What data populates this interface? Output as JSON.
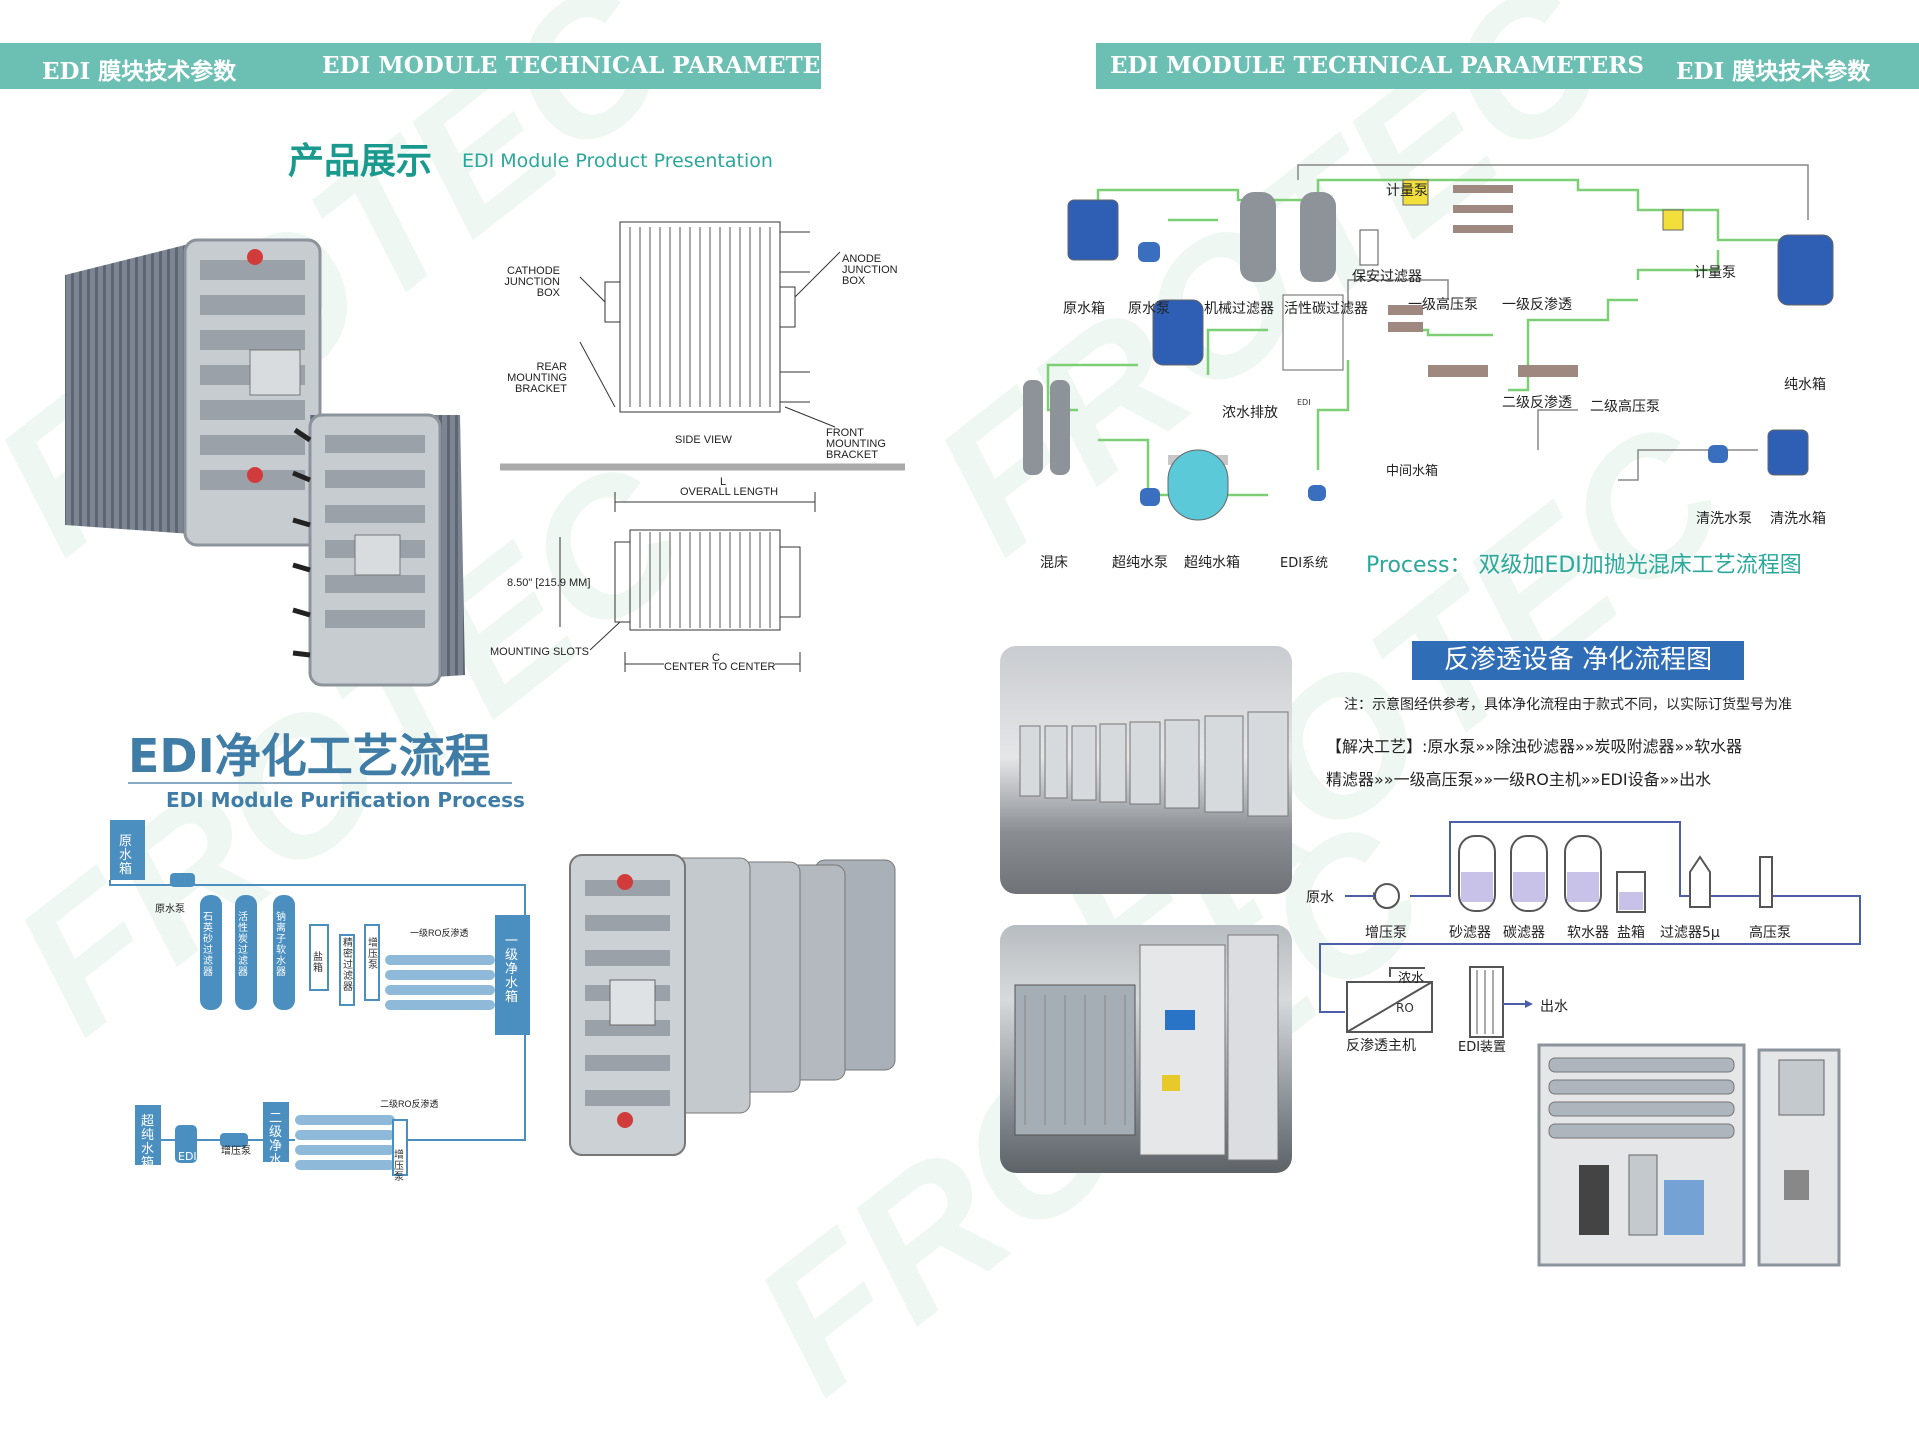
{
  "left_header": {
    "cn": "EDI 膜块技术参数",
    "en": "EDI MODULE TECHNICAL PARAMETERS"
  },
  "right_header": {
    "en": "EDI MODULE TECHNICAL PARAMETERS",
    "cn": "EDI 膜块技术参数"
  },
  "watermark": "FROTEC",
  "product": {
    "title_cn": "产品展示",
    "title_en": "EDI Module Product Presentation",
    "drawing": {
      "cathode": "CATHODE JUNCTION BOX",
      "anode": "ANODE JUNCTION BOX",
      "rear": "REAR MOUNTING BRACKET",
      "front": "FRONT MOUNTING BRACKET",
      "side_view": "SIDE VIEW",
      "l": "L",
      "overall": "OVERALL LENGTH",
      "height": "8.50\" [215.9 MM]",
      "slots": "MOUNTING SLOTS",
      "c": "C",
      "center": "CENTER TO CENTER"
    }
  },
  "purification": {
    "title_cn": "EDI净化工艺流程",
    "title_en": "EDI Module Purification Process",
    "labels": {
      "raw_tank": "原水箱",
      "raw_pump": "原水泵",
      "quartz": "石英砂过滤器",
      "carbon": "活性炭过滤器",
      "softener": "钠离子软水器",
      "salt": "盐箱",
      "precision": "精密过滤器",
      "boost": "增压泵",
      "ro1": "一级RO反渗透",
      "pure1": "一级净水箱",
      "ultra": "超纯水箱",
      "edi": "EDI",
      "boost2": "增压泵",
      "pure2": "二级净水箱",
      "ro2": "二级RO反渗透",
      "boost3": "增压泵"
    }
  },
  "process_diagram": {
    "caption": "Process： 双级加EDI加抛光混床工艺流程图",
    "labels": {
      "meter": "计量泵",
      "raw_tank": "原水箱",
      "raw_pump": "原水泵",
      "mech": "机械过滤器",
      "carbon": "活性碳过滤器",
      "safety": "保安过滤器",
      "hp1": "一级高压泵",
      "ro1": "一级反渗透",
      "meter2": "计量泵",
      "pure": "纯水箱",
      "conc": "浓水排放",
      "mid": "中间水箱",
      "ro2": "二级反渗透",
      "hp2": "二级高压泵",
      "mixed": "混床",
      "ultra_pump": "超纯水泵",
      "ultra_tank": "超纯水箱",
      "edi": "EDI系统",
      "wash_pump": "清洗水泵",
      "wash_tank": "清洗水箱",
      "edi_box": "EDI"
    }
  },
  "ro_flow": {
    "title": "反渗透设备 净化流程图",
    "note": "注：示意图经供参考，具体净化流程由于款式不同，以实际订货型号为准",
    "line1": "【解决工艺】:原水泵»»除浊砂滤器»»炭吸附滤器»»软水器",
    "line2": "精滤器»»一级高压泵»»一级RO主机»»EDI设备»»出水",
    "labels": {
      "raw": "原水",
      "boost": "增压泵",
      "sand": "砂滤器",
      "carbon": "碳滤器",
      "soft": "软水器",
      "salt": "盐箱",
      "filter": "过滤器5μ",
      "hp": "高压泵",
      "conc": "浓水",
      "ro": "RO",
      "out": "出水",
      "ro_main": "反渗透主机",
      "edi": "EDI装置"
    }
  }
}
